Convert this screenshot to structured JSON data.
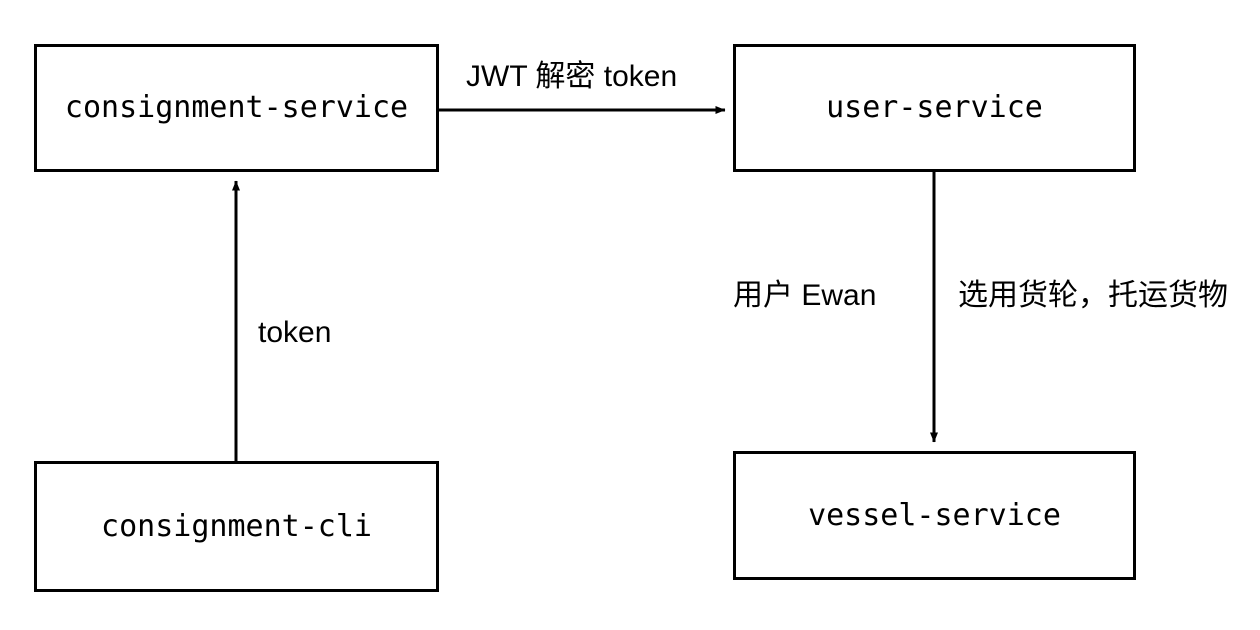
{
  "diagram": {
    "background_color": "#ffffff",
    "stroke_color": "#000000",
    "nodes": [
      {
        "id": "consignment-service",
        "label": "consignment-service"
      },
      {
        "id": "user-service",
        "label": "user-service"
      },
      {
        "id": "consignment-cli",
        "label": "consignment-cli"
      },
      {
        "id": "vessel-service",
        "label": "vessel-service"
      }
    ],
    "edges": [
      {
        "id": "consignment-service-to-user-service",
        "from": "consignment-service",
        "to": "user-service",
        "label": "JWT  解密 token",
        "direction": "right"
      },
      {
        "id": "consignment-cli-to-consignment-service",
        "from": "consignment-cli",
        "to": "consignment-service",
        "label": "token",
        "direction": "up"
      },
      {
        "id": "user-service-to-vessel-service",
        "from": "user-service",
        "to": "vessel-service",
        "label_left": "用户 Ewan",
        "label_right": "选用货轮，托运货物",
        "direction": "down"
      }
    ]
  }
}
